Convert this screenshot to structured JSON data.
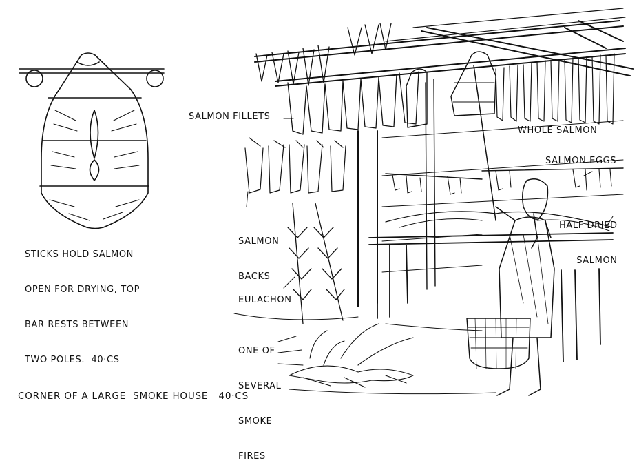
{
  "labels": {
    "sticks_caption": [
      "STICKS HOLD SALMON",
      "OPEN FOR DRYING, TOP",
      "BAR RESTS BETWEEN",
      "TWO POLES.  40·CS"
    ],
    "salmon_fillets": "SALMON FILLETS",
    "whole_salmon": "WHOLE SALMON",
    "salmon_eggs": "SALMON EGGS",
    "half_dried_salmon": [
      "HALF DRIED",
      "SALMON"
    ],
    "salmon_backs": [
      "SALMON",
      "BACKS"
    ],
    "eulachon": "EULACHON",
    "smoke_fires": [
      "ONE OF",
      "SEVERAL",
      "SMOKE",
      "FIRES"
    ],
    "main_caption": "CORNER OF A LARGE  SMOKE HOUSE   40·CS"
  }
}
